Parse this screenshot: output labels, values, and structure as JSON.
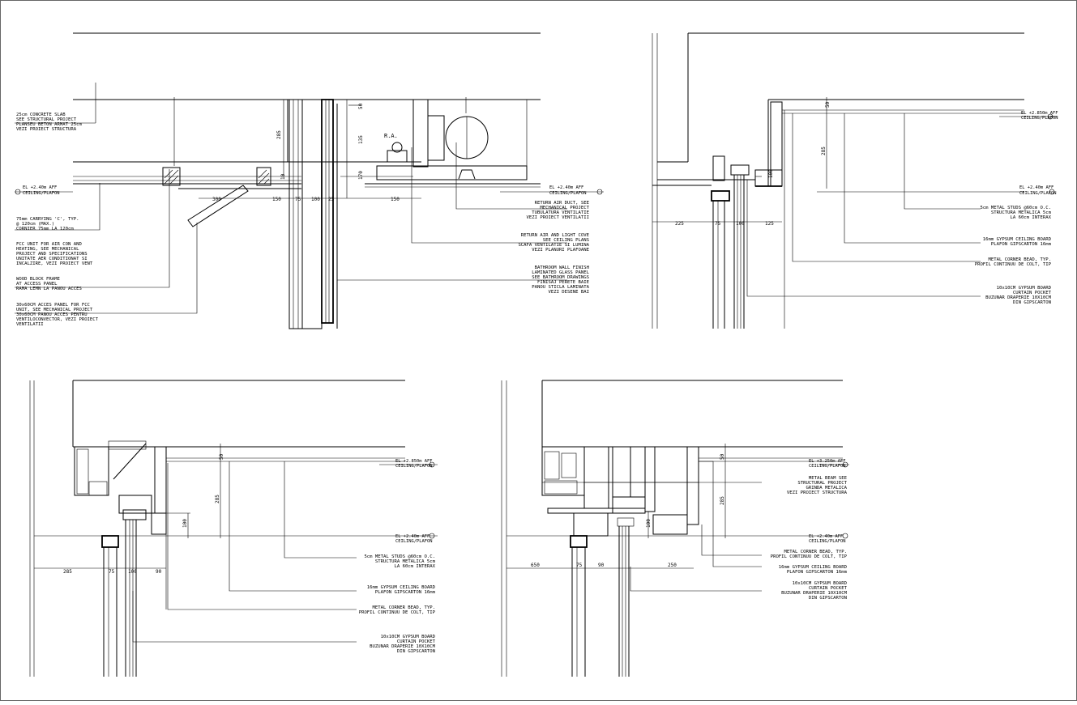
{
  "detail1": {
    "level_ceiling": [
      "EL +2.40m AFF",
      "CEILING/PLAFON"
    ],
    "level_ceiling_right": [
      "EL +2.40m AFF",
      "CEILING/PLAFON"
    ],
    "ra_label": "R.A.",
    "dims_vertical": [
      "285",
      "50",
      "135",
      "170",
      "10"
    ],
    "dims_horizontal": [
      "300",
      "150",
      "75",
      "100",
      "25",
      "150"
    ],
    "notes_left": [
      [
        "25cm CONCRETE SLAB",
        "SEE STRUCTURAL PROJECT",
        "PLANSEU BETON ARMAT 25cm",
        "VEZI PROIECT STRUCTURA"
      ],
      [
        "75mm CARRYING 'C', TYP.",
        "@ 120cm (MAX.)",
        "CORNIER 75mm LA 120cm"
      ],
      [
        "FCC UNIT FOR AIR CON AND",
        "HEATING, SEE MECHANICAL",
        "PROJECT AND SPECIFICATIONS",
        "UNITATE AER CONDITIONAT SI",
        "INCALZIRE, VEZI PROIECT VENT"
      ],
      [
        "WOOD BLOCK FRAME",
        "AT ACCESS PANEL",
        "RAMA LEMN LA PANOU ACCES"
      ],
      [
        "30x60CM ACCES PANEL FOR FCC",
        "UNIT, SEE MECHANICAL PROJECT",
        "30x60CM PANOU ACCES PENTRU",
        "VENTILOCONVECTOR, VEZI PROIECT",
        "VENTILATII"
      ]
    ],
    "notes_right": [
      [
        "RETURN AIR DUCT, SEE",
        "MECHANICAL PROJECT",
        "TUBULATURA VENTILATIE",
        "VEZI PROIECT VENTILATII"
      ],
      [
        "RETURN AIR AND LIGHT COVE",
        "SEE CEILING PLANS",
        "SCAFA VENTILATIE SI LUMINA",
        "VEZI PLANURI PLAFOANE"
      ],
      [
        "BATHROOM WALL FINISH",
        "LAMINATED GLASS PANEL",
        "SEE BATHROOM DRAWINGS",
        "FINISAJ PERETE BAIE",
        "PANOU STICLA LAMINATA",
        "VEZI DESENE BAI"
      ]
    ]
  },
  "detail2": {
    "level_top": [
      "EL +2.850m AFF",
      "CEILING/PLAFON"
    ],
    "level_bottom": [
      "EL +2.40m AFF",
      "CEILING/PLAFON"
    ],
    "dims_vertical": [
      "50",
      "285",
      "100"
    ],
    "dims_horizontal": [
      "225",
      "75",
      "100",
      "125"
    ],
    "notes": [
      [
        "5cm METAL STUDS @60cm O.C.",
        "STRUCTURA METALICA 5cm",
        "LA 60cm INTERAX"
      ],
      [
        "16mm GYPSUM CEILING BOARD",
        "PLAFON GIPSCARTON 16mm"
      ],
      [
        "METAL CORNER BEAD, TYP.",
        "PROFIL CONTINUU DE COLT, TIP"
      ],
      [
        "10x10CM GYPSUM BOARD",
        "CURTAIN POCKET",
        "BUZUNAR DRAPERIE 10X10CM",
        "DIN GIPSCARTON"
      ]
    ]
  },
  "detail3": {
    "level_top": [
      "EL +2.850m AFF",
      "CEILING/PLAFON"
    ],
    "level_bottom": [
      "EL +2.40m AFF",
      "CEILING/PLAFON"
    ],
    "dims_vertical": [
      "50",
      "285",
      "100"
    ],
    "dims_horizontal": [
      "285",
      "75",
      "100",
      "90"
    ],
    "notes": [
      [
        "5cm METAL STUDS @60cm O.C.",
        "STRUCTURA METALICA 5cm",
        "LA 60cm INTERAX"
      ],
      [
        "16mm GYPSUM CEILING BOARD",
        "PLAFON GIPSCARTON 16mm"
      ],
      [
        "METAL CORNER BEAD, TYP.",
        "PROFIL CONTINUU DE COLT, TIP"
      ],
      [
        "10x10CM GYPSUM BOARD",
        "CURTAIN POCKET",
        "BUZUNAR DRAPERIE 10X10CM",
        "DIN GIPSCARTON"
      ]
    ]
  },
  "detail4": {
    "level_top": [
      "EL +3.250m AFF",
      "CEILING/PLAFON"
    ],
    "level_bottom": [
      "EL +2.40m AFF",
      "CEILING/PLAFON"
    ],
    "dims_vertical": [
      "50",
      "285",
      "100"
    ],
    "dims_horizontal": [
      "650",
      "75",
      "90",
      "250"
    ],
    "notes": [
      [
        "METAL BEAM SEE",
        "STRUCTURAL PROJECT",
        "GRINDA METALICA",
        "VEZI PROIECT STRUCTURA"
      ],
      [
        "METAL CORNER BEAD, TYP.",
        "PROFIL CONTINUU DE COLT, TIP"
      ],
      [
        "16mm GYPSUM CEILING BOARD",
        "PLAFON GIPSCARTON 16mm"
      ],
      [
        "10x10CM GYPSUM BOARD",
        "CURTAIN POCKET",
        "BUZUNAR DRAPERIE 10X10CM",
        "DIN GIPSCARTON"
      ]
    ]
  }
}
